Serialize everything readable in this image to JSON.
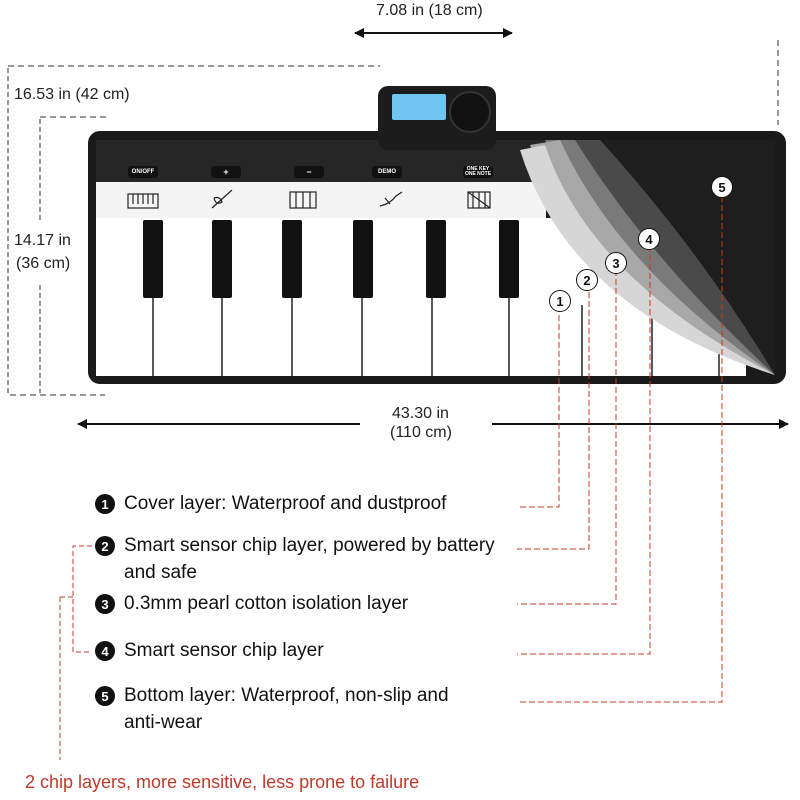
{
  "dimensions": {
    "width_top": "7.08 in (18 cm)",
    "height_outer": "16.53 in (42 cm)",
    "height_inner_in": "14.17 in",
    "height_inner_cm": "(36 cm)",
    "length_in": "43.30 in",
    "length_cm": "(110 cm)"
  },
  "controls": [
    "ON/OFF",
    "+",
    "−",
    "DEMO",
    "ONE KEY ONE NOTE"
  ],
  "layer_markers": [
    "1",
    "2",
    "3",
    "4",
    "5"
  ],
  "layers": [
    {
      "num": "1",
      "text": "Cover layer: Waterproof and dustproof"
    },
    {
      "num": "2",
      "text": "Smart sensor chip layer, powered by battery and safe"
    },
    {
      "num": "3",
      "text": "0.3mm pearl cotton isolation layer"
    },
    {
      "num": "4",
      "text": "Smart sensor chip layer"
    },
    {
      "num": "5",
      "text": "Bottom layer: Waterproof, non-slip and anti-wear"
    }
  ],
  "footnote": "2 chip layers, more sensitive, less prone to failure",
  "colors": {
    "mat": "#1a1a1a",
    "keys": "#ffffff",
    "accent_line": "#c0392b",
    "footnote": "#c0392b"
  }
}
